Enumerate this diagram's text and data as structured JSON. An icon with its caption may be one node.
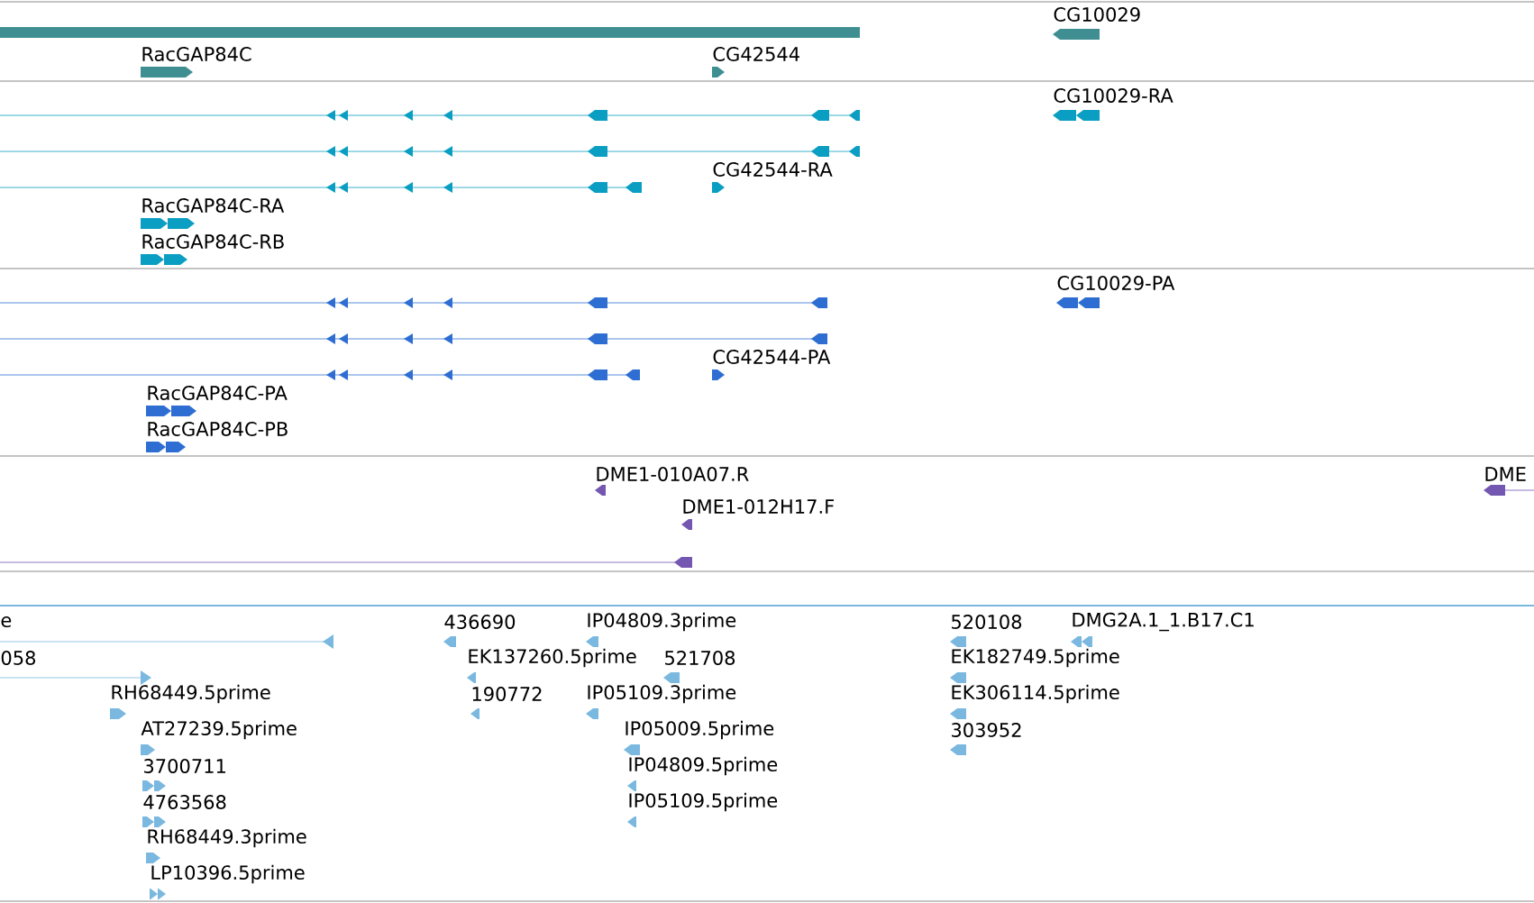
{
  "diagram": {
    "labels": [
      "CG10029",
      "RacGAP84C",
      "CG42544",
      "CG10029-RA",
      "CG42544-RA",
      "RacGAP84C-RA",
      "RacGAP84C-RB",
      "CG10029-PA",
      "CG42544-PA",
      "RacGAP84C-PA",
      "RacGAP84C-PB",
      "DME1-010A07.R",
      "DME",
      "DME1-012H17.F",
      "e",
      "436690",
      "IP04809.3prime",
      "520108",
      "DMG2A.1_1.B17.C1",
      "058",
      "EK137260.5prime",
      "521708",
      "EK182749.5prime",
      "RH68449.5prime",
      "190772",
      "IP05109.3prime",
      "EK306114.5prime",
      "AT27239.5prime",
      "IP05009.5prime",
      "303952",
      "3700711",
      "IP04809.5prime",
      "4763568",
      "IP05109.5prime",
      "RH68449.3prime",
      "LP10396.5prime"
    ]
  }
}
